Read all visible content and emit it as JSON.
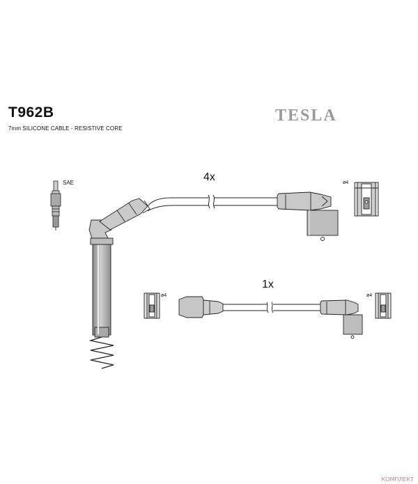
{
  "header": {
    "part_number": "T962B",
    "subtitle": "7mm SILICONE CABLE - RESISTIVE CORE",
    "brand": "TESLA"
  },
  "labels": {
    "quantity_long_lead": "4x",
    "quantity_short_lead": "1x",
    "spark_plug_standard": "SAE",
    "terminal_diameter": "ø4"
  },
  "watermark": "КОМПЛЕКТ"
}
